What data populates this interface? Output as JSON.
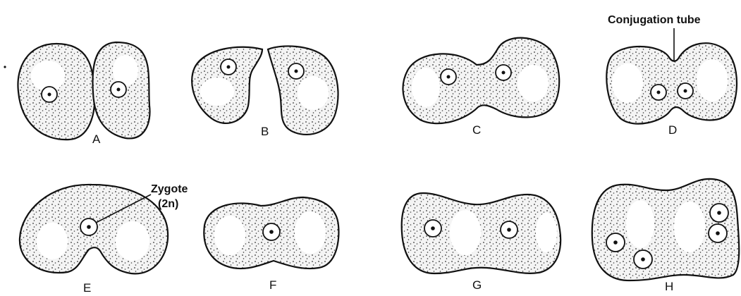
{
  "panels": {
    "A": "A",
    "B": "B",
    "C": "C",
    "D": "D",
    "E": "E",
    "F": "F",
    "G": "G",
    "H": "H"
  },
  "annotations": {
    "conjugation_tube": "Conjugation tube",
    "zygote_line1": "Zygote",
    "zygote_line2": "(2n)"
  }
}
